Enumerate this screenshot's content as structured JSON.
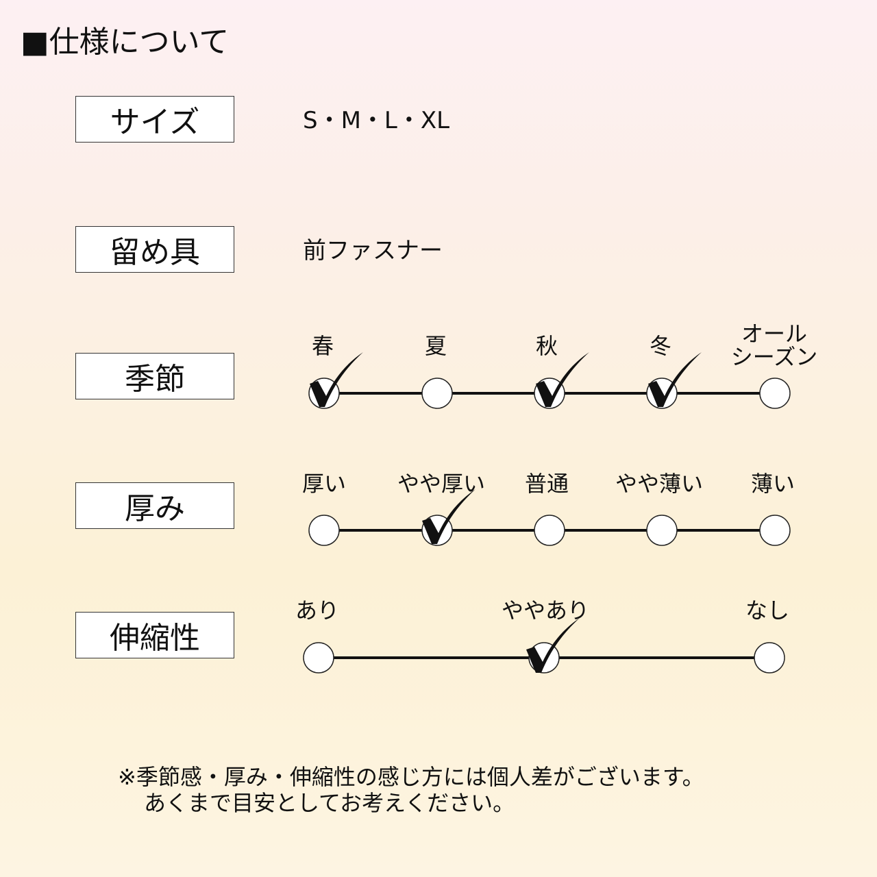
{
  "heading": "■仕様について",
  "size": {
    "label": "サイズ",
    "value": "S・M・L・XL"
  },
  "fastener": {
    "label": "留め具",
    "value": "前ファスナー"
  },
  "season": {
    "label": "季節",
    "options": [
      "春",
      "夏",
      "秋",
      "冬",
      "オール\nシーズン"
    ],
    "checked": [
      true,
      false,
      true,
      true,
      false
    ]
  },
  "thickness": {
    "label": "厚み",
    "options": [
      "厚い",
      "やや厚い",
      "普通",
      "やや薄い",
      "薄い"
    ],
    "checked": [
      false,
      true,
      false,
      false,
      false
    ]
  },
  "stretch": {
    "label": "伸縮性",
    "options": [
      "あり",
      "ややあり",
      "なし"
    ],
    "checked": [
      false,
      true,
      false
    ]
  },
  "note": {
    "line1": "※季節感・厚み・伸縮性の感じ方には個人差がございます。",
    "line2": "あくまで目安としてお考えください。"
  },
  "colors": {
    "line": "#111111",
    "circle_fill": "#ffffff",
    "check": "#111111"
  },
  "icons": {
    "check": "check-mark-icon",
    "circle": "option-circle-icon"
  }
}
